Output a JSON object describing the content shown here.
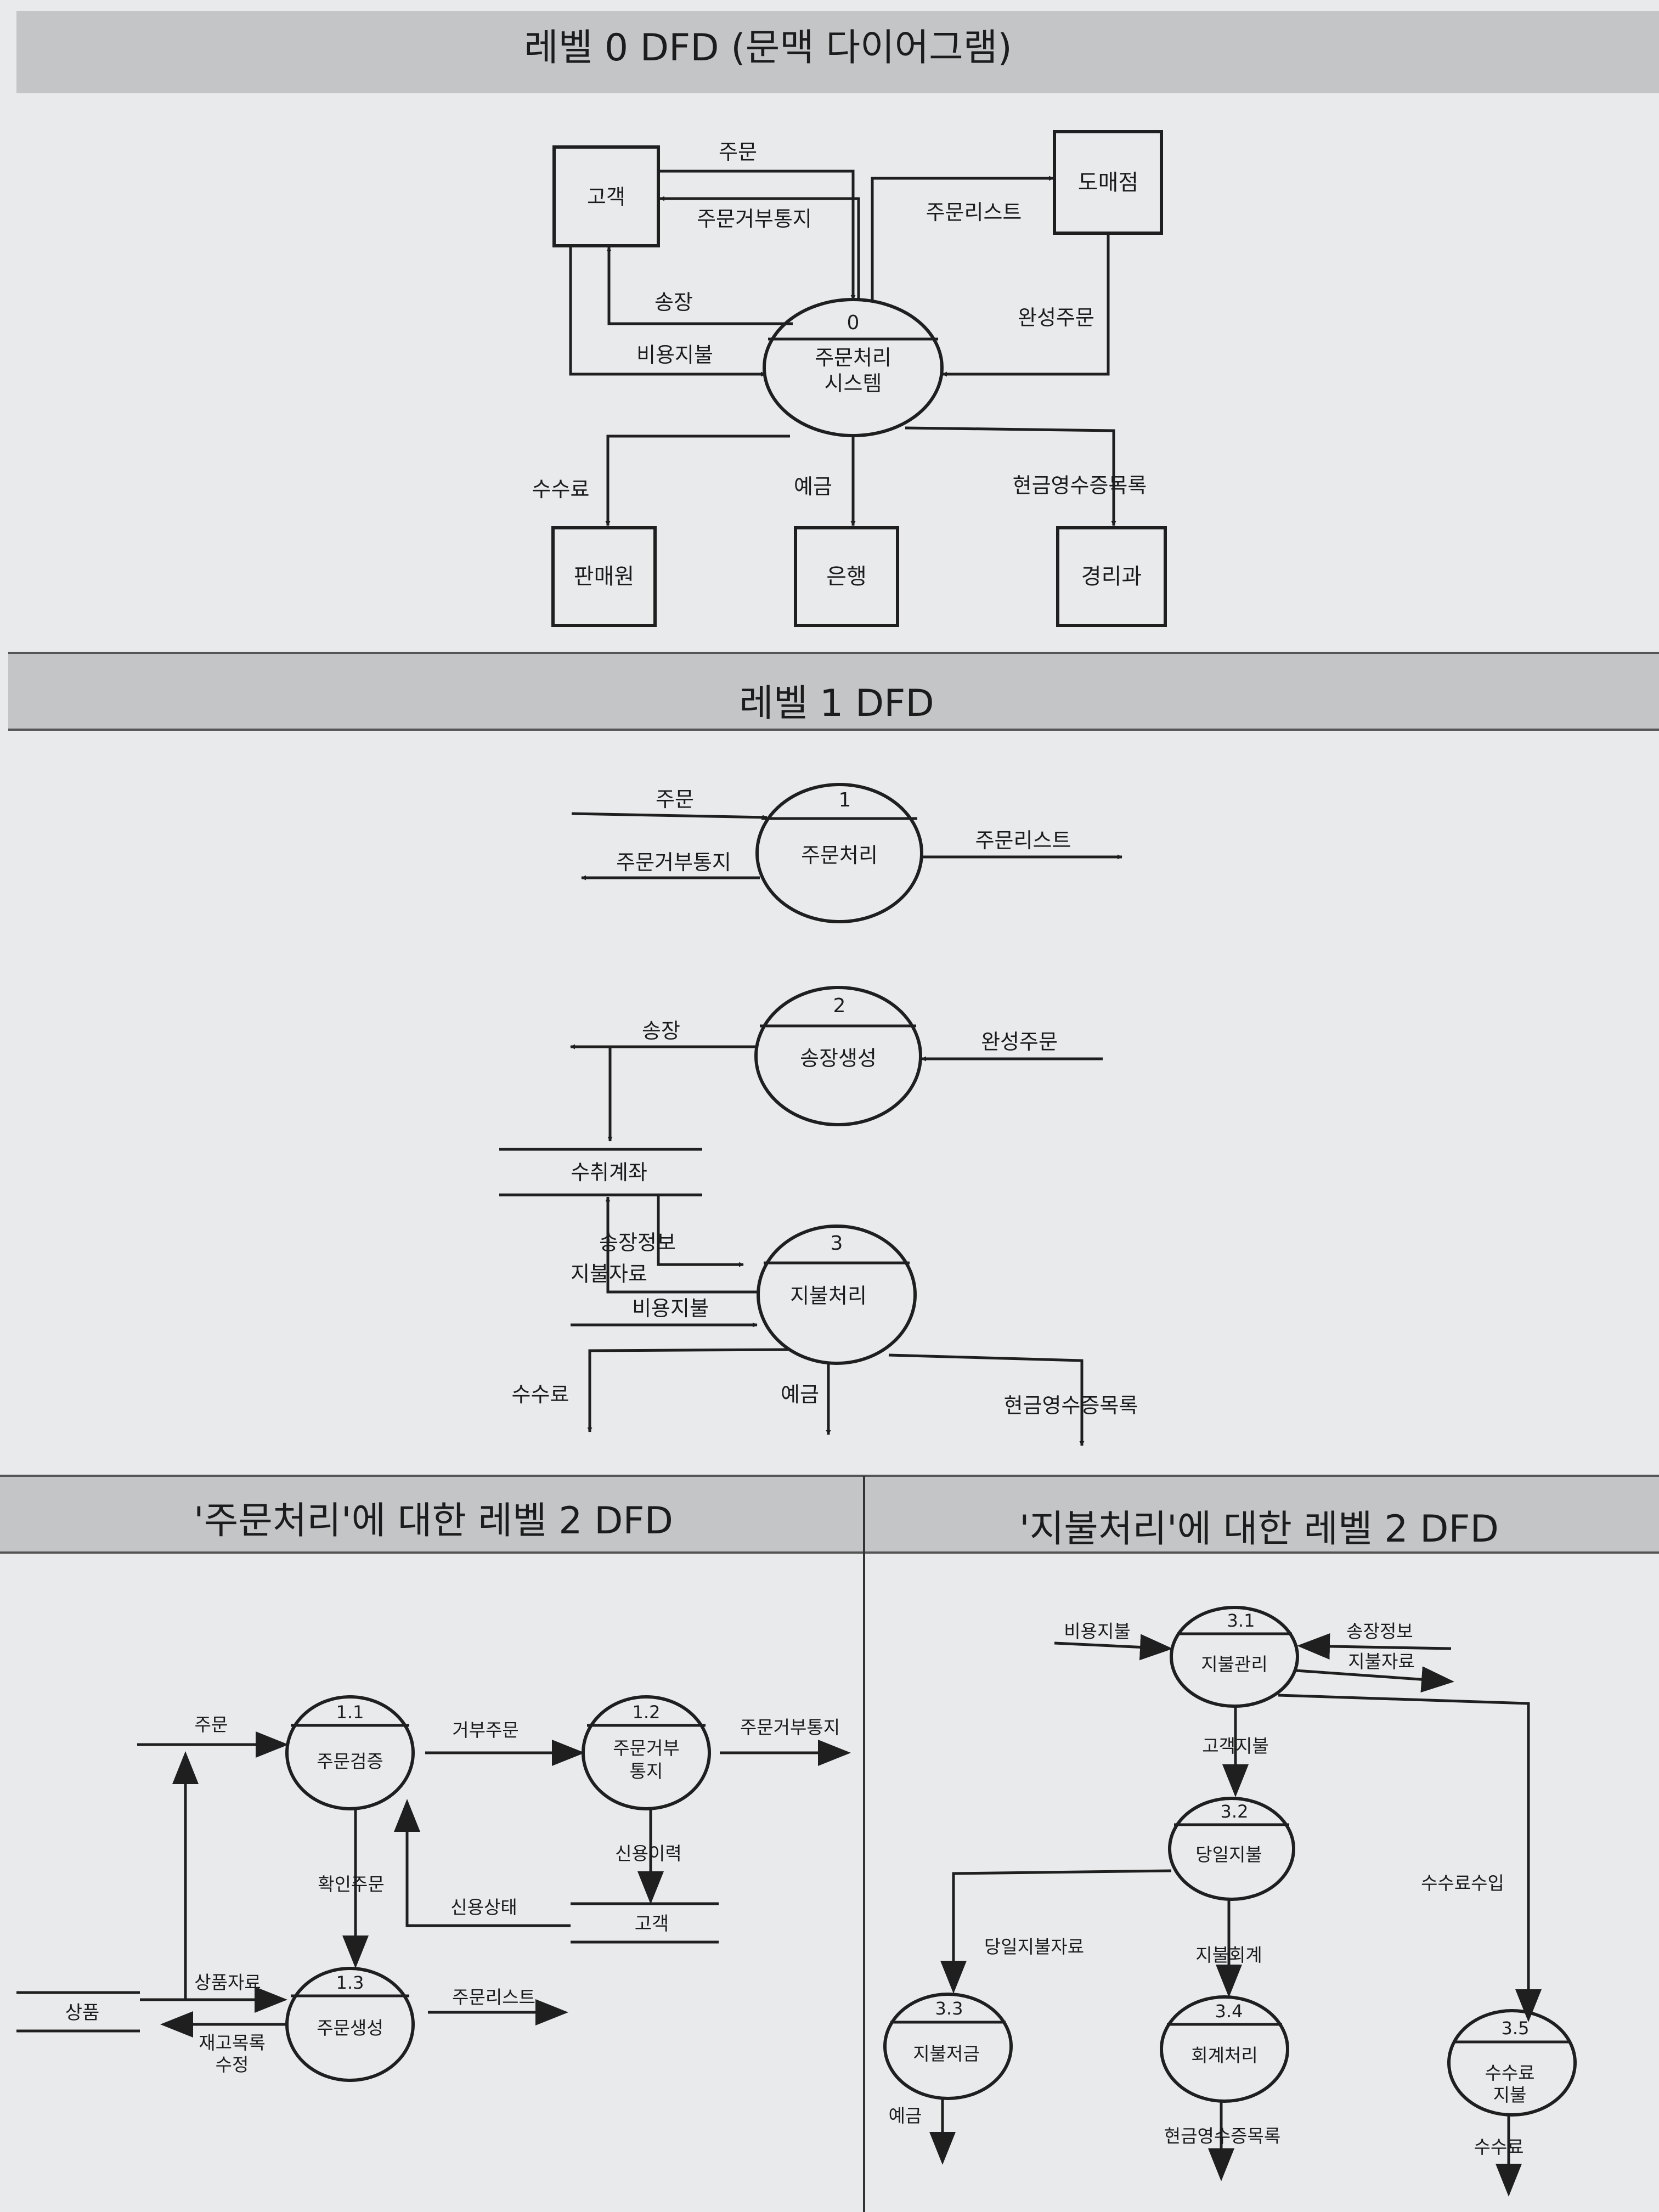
{
  "sections": {
    "level0_title": "레벨 0 DFD (문맥 다이어그램)",
    "level1_title": "레벨 1 DFD",
    "level2_order_title": "'주문처리'에 대한 레벨 2 DFD",
    "level2_payment_title": "'지불처리'에 대한 레벨 2 DFD"
  },
  "level0": {
    "entities": {
      "customer": "고객",
      "wholesaler": "도매점",
      "seller": "판매원",
      "bank": "은행",
      "accounting": "경리과"
    },
    "process": {
      "id": "0",
      "label_line1": "주문처리",
      "label_line2": "시스템"
    },
    "flows": {
      "order": "주문",
      "reject_notice": "주문거부통지",
      "invoice": "송장",
      "payment": "비용지불",
      "order_list": "주문리스트",
      "completed_order": "완성주문",
      "commission": "수수료",
      "deposit": "예금",
      "receipt_list": "현금영수증목록"
    }
  },
  "level1": {
    "processes": [
      {
        "id": "1",
        "label": "주문처리"
      },
      {
        "id": "2",
        "label": "송장생성"
      },
      {
        "id": "3",
        "label": "지불처리"
      }
    ],
    "store": "수취계좌",
    "flows": {
      "order": "주문",
      "reject_notice": "주문거부통지",
      "order_list": "주문리스트",
      "invoice": "송장",
      "completed_order": "완성주문",
      "invoice_info": "송장정보",
      "payment_data": "지불자료",
      "payment": "비용지불",
      "commission": "수수료",
      "deposit": "예금",
      "receipt_list": "현금영수증목록"
    }
  },
  "level2_order": {
    "processes": [
      {
        "id": "1.1",
        "label_line1": "주문검증",
        "label_line2": ""
      },
      {
        "id": "1.2",
        "label_line1": "주문거부",
        "label_line2": "통지"
      },
      {
        "id": "1.3",
        "label_line1": "주문생성",
        "label_line2": ""
      }
    ],
    "stores": {
      "product": "상품",
      "customer": "고객"
    },
    "flows": {
      "order": "주문",
      "reject_order": "거부주문",
      "reject_notice": "주문거부통지",
      "credit_history": "신용이력",
      "credit_status": "신용상태",
      "confirmed_order": "확인주문",
      "product_data": "상품자료",
      "stock_update_line1": "재고목록",
      "stock_update_line2": "수정",
      "order_list": "주문리스트"
    }
  },
  "level2_payment": {
    "processes": [
      {
        "id": "3.1",
        "label_line1": "지불관리",
        "label_line2": ""
      },
      {
        "id": "3.2",
        "label_line1": "당일지불",
        "label_line2": ""
      },
      {
        "id": "3.3",
        "label_line1": "지불저금",
        "label_line2": ""
      },
      {
        "id": "3.4",
        "label_line1": "회계처리",
        "label_line2": ""
      },
      {
        "id": "3.5",
        "label_line1": "수수료",
        "label_line2": "지불"
      }
    ],
    "flows": {
      "payment": "비용지불",
      "invoice_info": "송장정보",
      "payment_data": "지불자료",
      "customer_payment": "고객지불",
      "commission_income": "수수료수입",
      "daily_payment_data": "당일지불자료",
      "payment_accounting": "지불회계",
      "deposit": "예금",
      "receipt_list": "현금영수증목록",
      "commission": "수수료"
    }
  },
  "colors": {
    "band": "#c4c5c7",
    "paper": "#e9eaec",
    "ink": "#1f1f1f"
  }
}
